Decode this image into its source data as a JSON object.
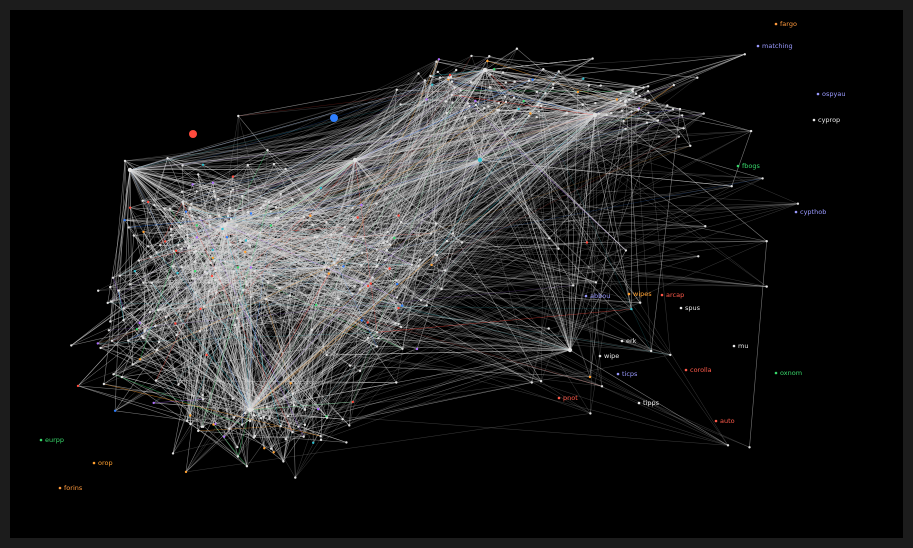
{
  "frame": {
    "background": "#000000",
    "border": "#1c1c1c"
  },
  "graph": {
    "edge_color": "#d6d6d6",
    "accent_colors": [
      "#ff4a3d",
      "#2f7fff",
      "#38d86b",
      "#ffa030",
      "#b070ff",
      "#30c0d0"
    ],
    "labels": [
      {
        "text": "fargo",
        "color": "#ff9a3d"
      },
      {
        "text": "matching",
        "color": "#9a9aff"
      },
      {
        "text": "cyprop",
        "color": "#e8e8e8"
      },
      {
        "text": "cypthob",
        "color": "#9a9aff"
      },
      {
        "text": "fbogs",
        "color": "#38d86b"
      },
      {
        "text": "wipes",
        "color": "#ffa030"
      },
      {
        "text": "wipe",
        "color": "#e8e8e8"
      },
      {
        "text": "arcap",
        "color": "#ff5a4a"
      },
      {
        "text": "spus",
        "color": "#e8e8e8"
      },
      {
        "text": "tipps",
        "color": "#e8e8e8"
      },
      {
        "text": "mu",
        "color": "#e8e8e8"
      },
      {
        "text": "corolla",
        "color": "#ff5a4a"
      },
      {
        "text": "orop",
        "color": "#ffa030"
      },
      {
        "text": "eurpp",
        "color": "#38d86b"
      },
      {
        "text": "oxnom",
        "color": "#38d86b"
      },
      {
        "text": "ospyau",
        "color": "#9a9aff"
      },
      {
        "text": "forins",
        "color": "#ff9a3d"
      },
      {
        "text": "pnot",
        "color": "#ff5a4a"
      },
      {
        "text": "erk",
        "color": "#e8e8e8"
      },
      {
        "text": "auto",
        "color": "#ff5a4a"
      },
      {
        "text": "abbou",
        "color": "#9a9aff"
      },
      {
        "text": "ticps",
        "color": "#9a9aff"
      }
    ]
  }
}
